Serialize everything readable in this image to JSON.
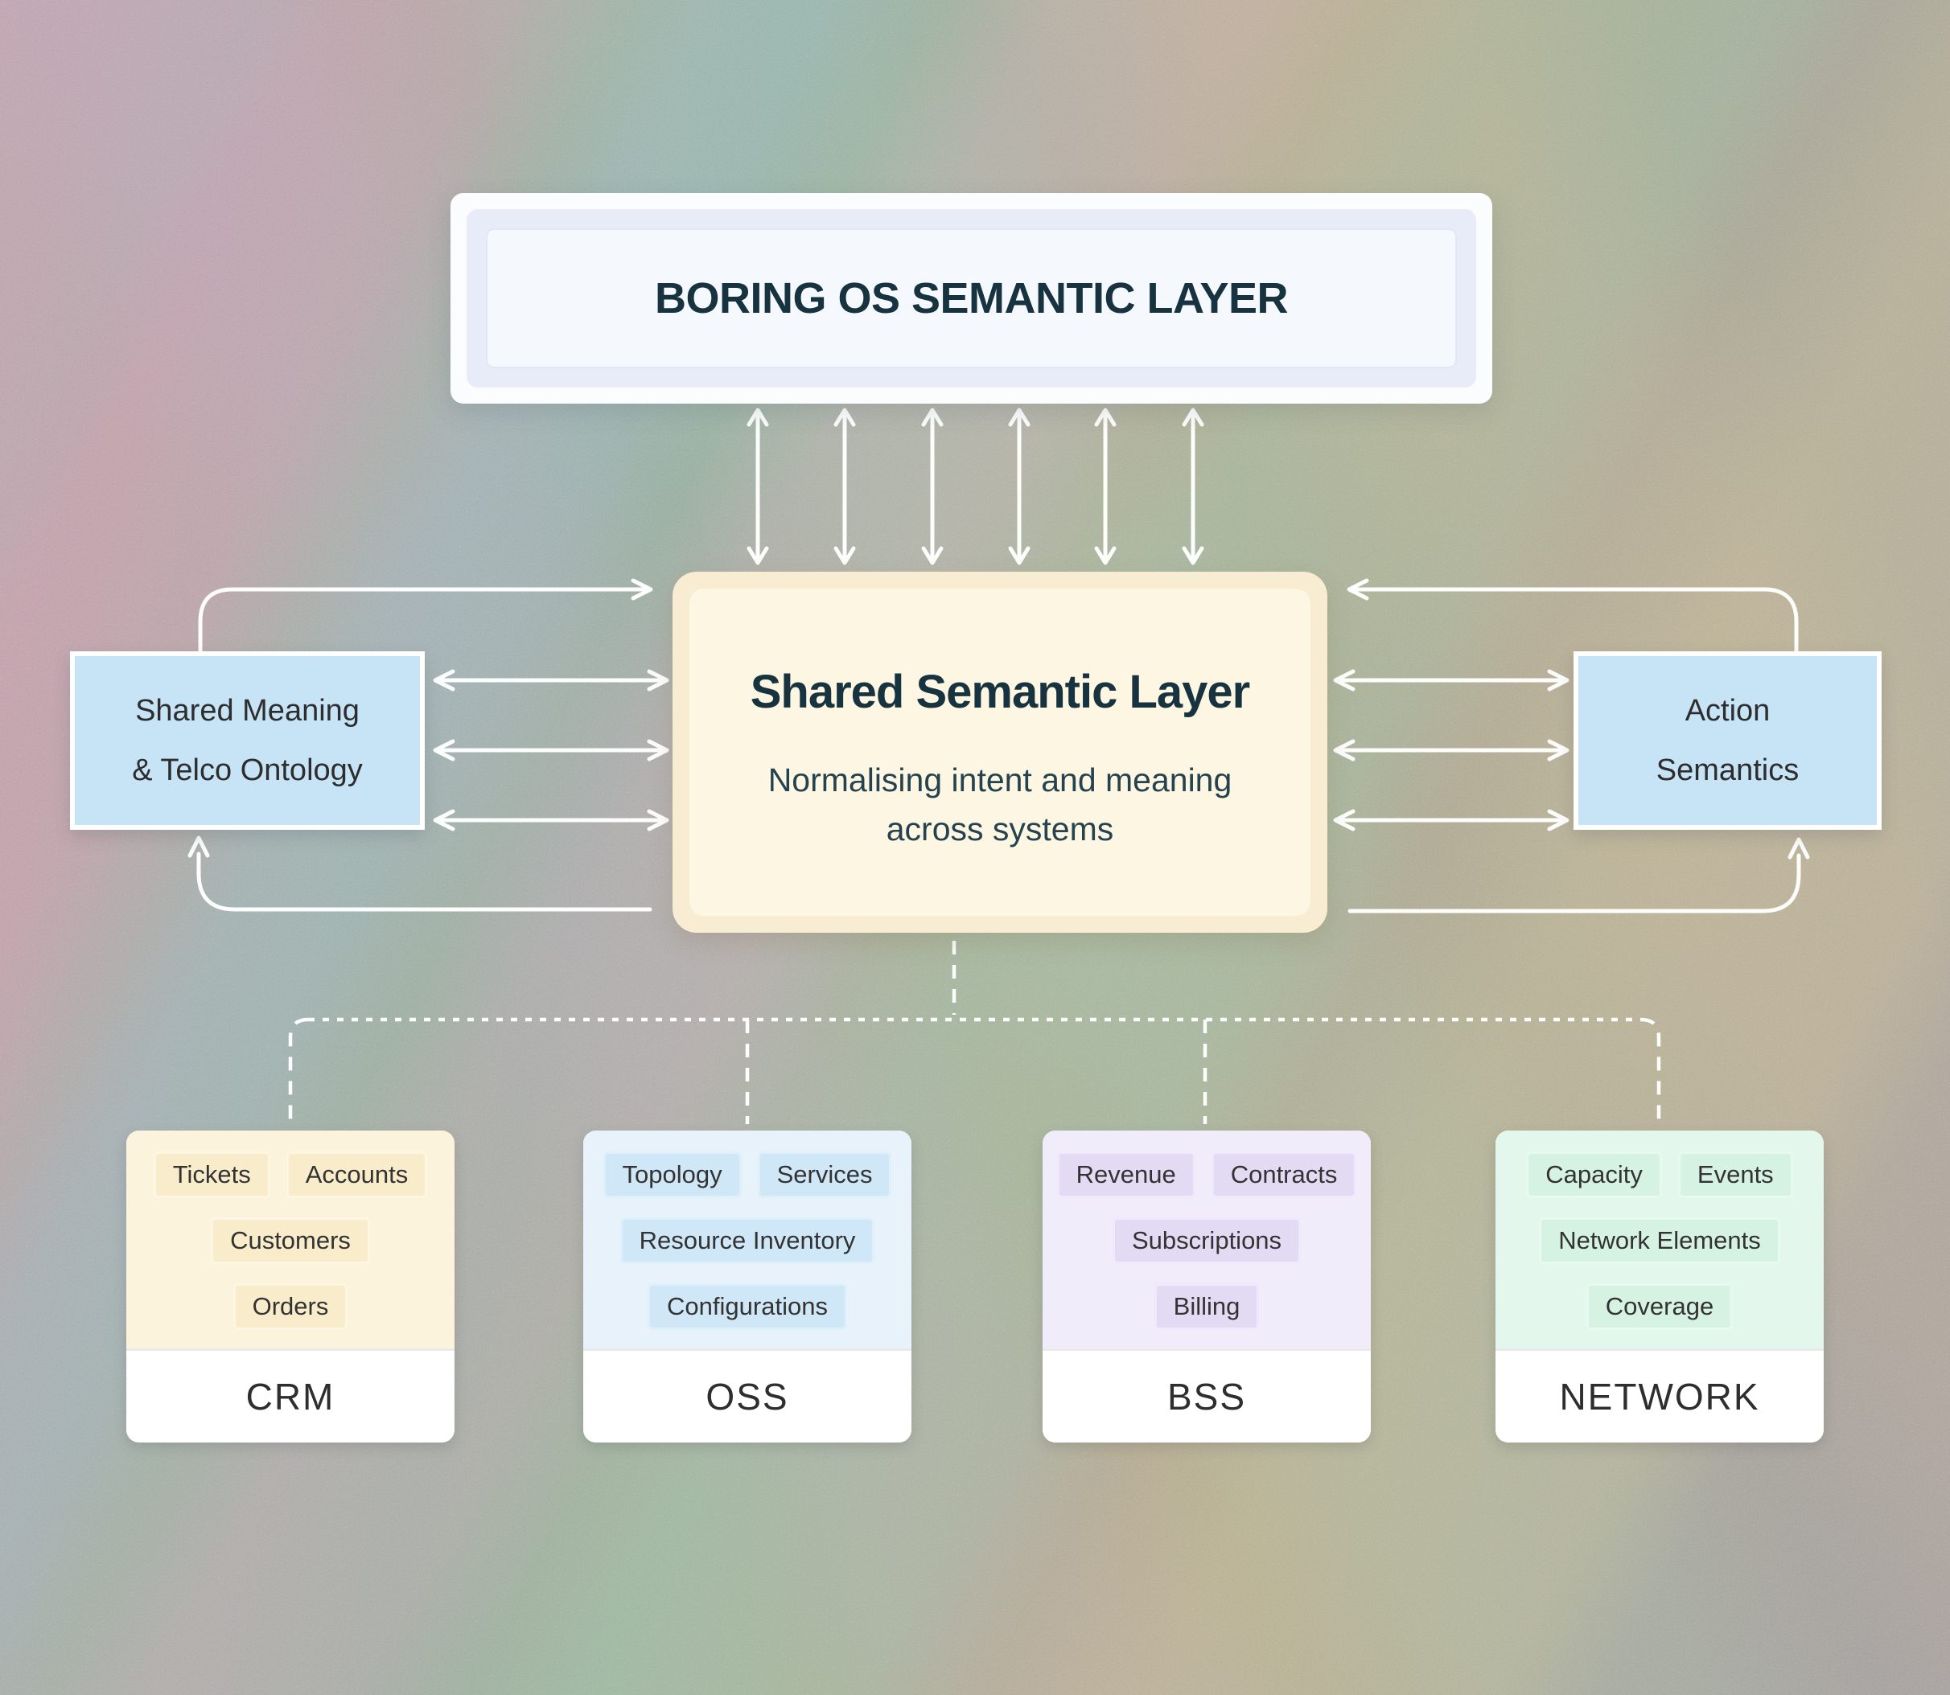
{
  "top_box": {
    "title": "BORING OS SEMANTIC LAYER"
  },
  "middle_box": {
    "title": "Shared Semantic Layer",
    "subtitle_lines": [
      "Normalising intent and meaning",
      "across systems"
    ]
  },
  "left_box": {
    "lines": [
      "Shared Meaning",
      "& Telco Ontology"
    ]
  },
  "right_box": {
    "lines": [
      "Action",
      "Semantics"
    ]
  },
  "systems": [
    {
      "id": "crm",
      "label": "CRM",
      "chip_rows": [
        [
          "Tickets",
          "Accounts"
        ],
        [
          "Customers"
        ],
        [
          "Orders"
        ]
      ],
      "colors": {
        "panel": "#fcf3dd",
        "chip": "#f9ecca",
        "chip_border": "#fdf6e2"
      }
    },
    {
      "id": "oss",
      "label": "OSS",
      "chip_rows": [
        [
          "Topology",
          "Services"
        ],
        [
          "Resource Inventory"
        ],
        [
          "Configurations"
        ]
      ],
      "colors": {
        "panel": "#e7f2fa",
        "chip": "#cfe7f7",
        "chip_border": "#e0f0fb"
      }
    },
    {
      "id": "bss",
      "label": "BSS",
      "chip_rows": [
        [
          "Revenue",
          "Contracts"
        ],
        [
          "Subscriptions"
        ],
        [
          "Billing"
        ]
      ],
      "colors": {
        "panel": "#f0ecfa",
        "chip": "#e3dbf4",
        "chip_border": "#efe9fb"
      }
    },
    {
      "id": "network",
      "label": "NETWORK",
      "chip_rows": [
        [
          "Capacity",
          "Events"
        ],
        [
          "Network Elements"
        ],
        [
          "Coverage"
        ]
      ],
      "colors": {
        "panel": "#e3f7ed",
        "chip": "#d5f2e3",
        "chip_border": "#e7f9f1"
      }
    }
  ],
  "colors": {
    "title": "#17333f",
    "subtitle": "#25424f",
    "body": "#2d2d2d",
    "label": "#2e2e2e",
    "arrow": "#ffffff",
    "top_outer": "#fafcfe",
    "top_inner": "#e7ecf8",
    "top_core": "#f5f8fd",
    "top_border": "#dfe8f6",
    "mid_border": "#f8ecd2",
    "mid_fill": "#fdf6e3",
    "side_fill": "#c7e4f7",
    "side_border": "#ffffff"
  }
}
